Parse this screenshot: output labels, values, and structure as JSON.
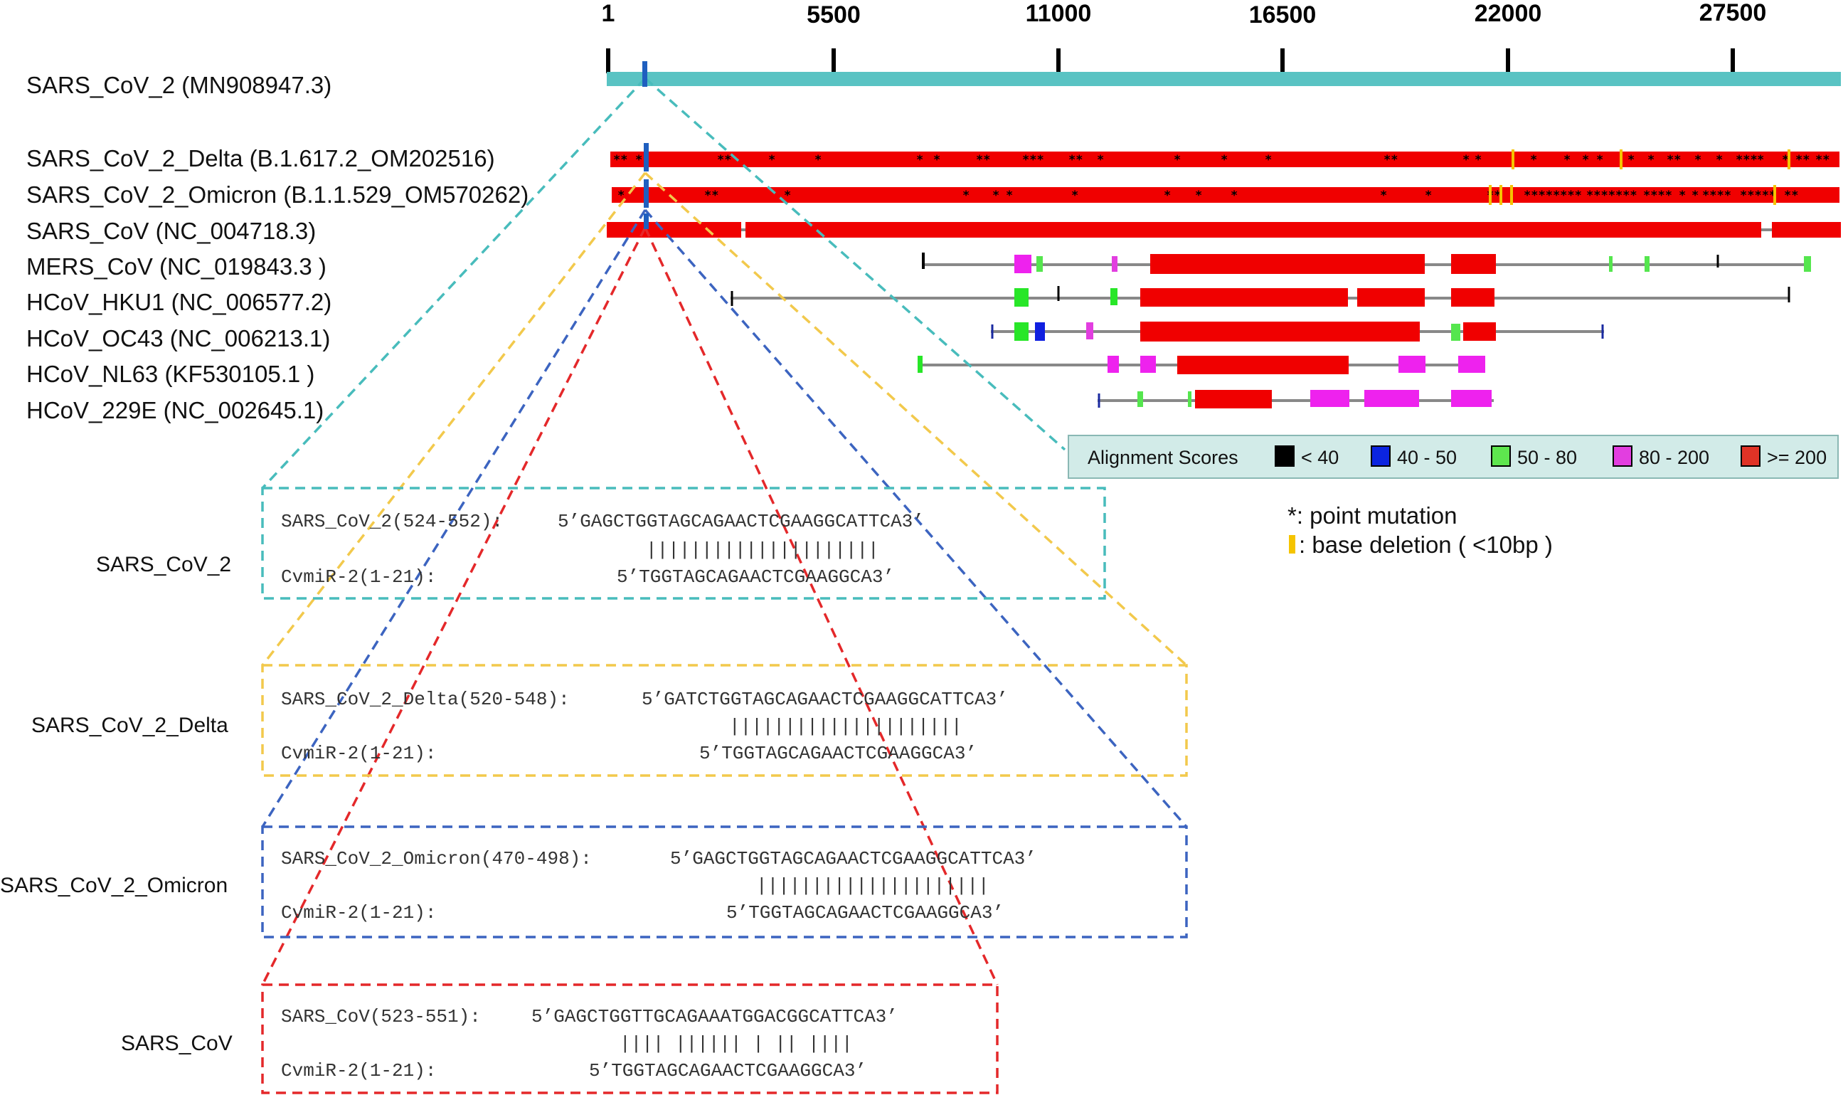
{
  "axis": {
    "ticks": [
      "1",
      "5500",
      "11000",
      "16500",
      "22000",
      "27500"
    ]
  },
  "genomes": [
    {
      "name": "SARS_CoV_2  (MN908947.3)"
    },
    {
      "name": "SARS_CoV_2_Delta  (B.1.617.2_OM202516)"
    },
    {
      "name": "SARS_CoV_2_Omicron  (B.1.1.529_OM570262)"
    },
    {
      "name": "SARS_CoV  (NC_004718.3)"
    },
    {
      "name": "MERS_CoV (NC_019843.3 )"
    },
    {
      "name": "HCoV_HKU1 (NC_006577.2)"
    },
    {
      "name": "HCoV_OC43 (NC_006213.1)"
    },
    {
      "name": "HCoV_NL63 (KF530105.1 )"
    },
    {
      "name": "HCoV_229E (NC_002645.1)"
    }
  ],
  "legend": {
    "title": "Alignment Scores",
    "items": [
      {
        "label": "< 40",
        "color": "#000000"
      },
      {
        "label": "40 - 50",
        "color": "#0b24e0"
      },
      {
        "label": "50 - 80",
        "color": "#5ee64e"
      },
      {
        "label": "80 - 200",
        "color": "#e23ee0"
      },
      {
        "label": ">= 200",
        "color": "#e03326"
      }
    ]
  },
  "notes": {
    "mutation_symbol": "*",
    "mutation_text": ": point mutation",
    "deletion_text": ": base deletion ( <10bp )"
  },
  "alignments": [
    {
      "side_label": "SARS_CoV_2",
      "color": "#48bcbc",
      "target": "SARS_CoV_2(524-552):",
      "target_seq": "5’GAGCTGGTAGCAGAACTCGAAGGCATTCA3’",
      "bars": "|||||||||||||||||||||",
      "mirna": "CvmiR-2(1-21):",
      "mirna_seq": "5’TGGTAGCAGAACTCGAAGGCA3’"
    },
    {
      "side_label": "SARS_CoV_2_Delta",
      "color": "#f2c94c",
      "target": "SARS_CoV_2_Delta(520-548):",
      "target_seq": "5’GATCTGGTAGCAGAACTCGAAGGCATTCA3’",
      "bars": "|||||||||||||||||||||",
      "mirna": "CvmiR-2(1-21):",
      "mirna_seq": "5’TGGTAGCAGAACTCGAAGGCA3’"
    },
    {
      "side_label": "SARS_CoV_2_Omicron",
      "color": "#3c64c0",
      "target": "SARS_CoV_2_Omicron(470-498):",
      "target_seq": "5’GAGCTGGTAGCAGAACTCGAAGGCATTCA3’",
      "bars": "|||||||||||||||||||||",
      "mirna": "CvmiR-2(1-21):",
      "mirna_seq": "5’TGGTAGCAGAACTCGAAGGCA3’"
    },
    {
      "side_label": "SARS_CoV",
      "color": "#e4282a",
      "target": "SARS_CoV(523-551):",
      "target_seq": "5’GAGCTGGTTGCAGAAATGGACGGCATTCA3’",
      "bars": "|||| |||||| | || ||||",
      "mirna": "CvmiR-2(1-21):",
      "mirna_seq": "5’TGGTAGCAGAACTCGAAGGCA3’"
    }
  ]
}
